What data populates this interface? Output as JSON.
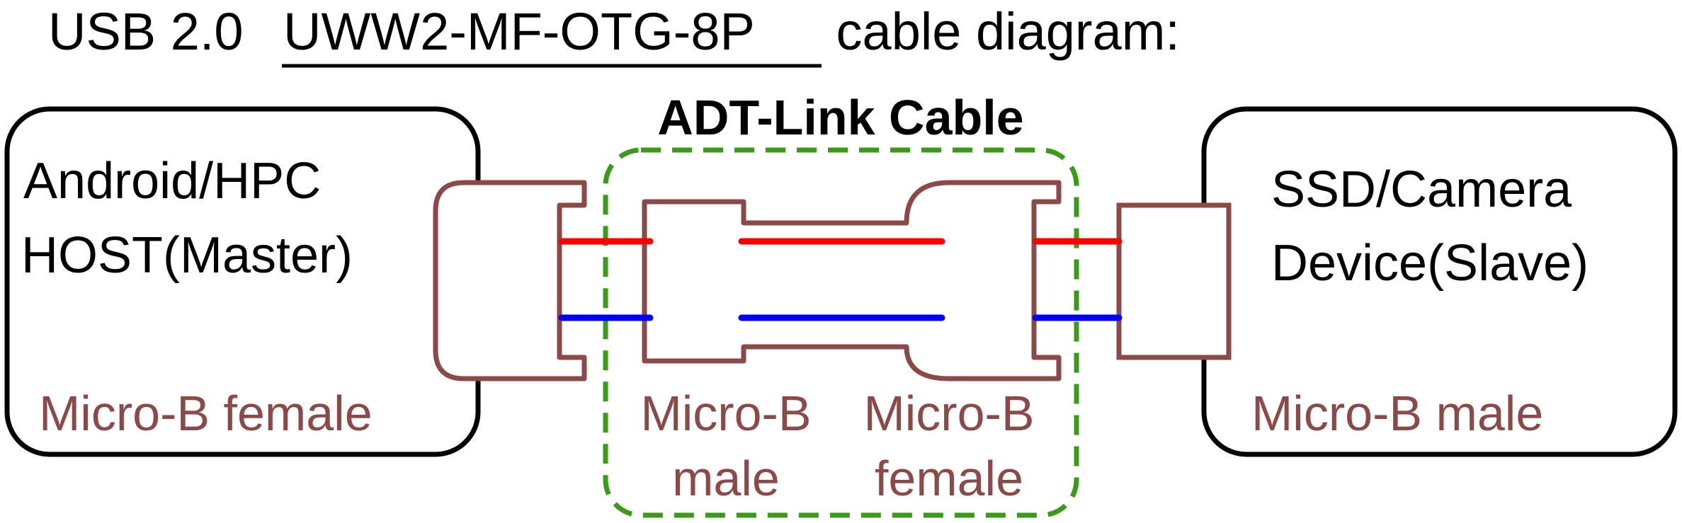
{
  "title": {
    "prefix": "USB 2.0 ",
    "model": "UWW2-MF-OTG-8P",
    "suffix": " cable diagram:"
  },
  "host_box": {
    "line1": "Android/HPC",
    "line2": "HOST(Master)",
    "connector_label": "Micro-B female"
  },
  "cable": {
    "label": "ADT-Link Cable",
    "left_end_line1": "Micro-B",
    "left_end_line2": "male",
    "right_end_line1": "Micro-B",
    "right_end_line2": "female"
  },
  "device_box": {
    "line1": "SSD/Camera",
    "line2": "Device(Slave)",
    "connector_label": "Micro-B male"
  },
  "colors": {
    "text": "#000000",
    "connector": "#8b4a48",
    "cable_outline": "#3a9a1a",
    "wire_red": "#ff0000",
    "wire_blue": "#0000ff"
  }
}
